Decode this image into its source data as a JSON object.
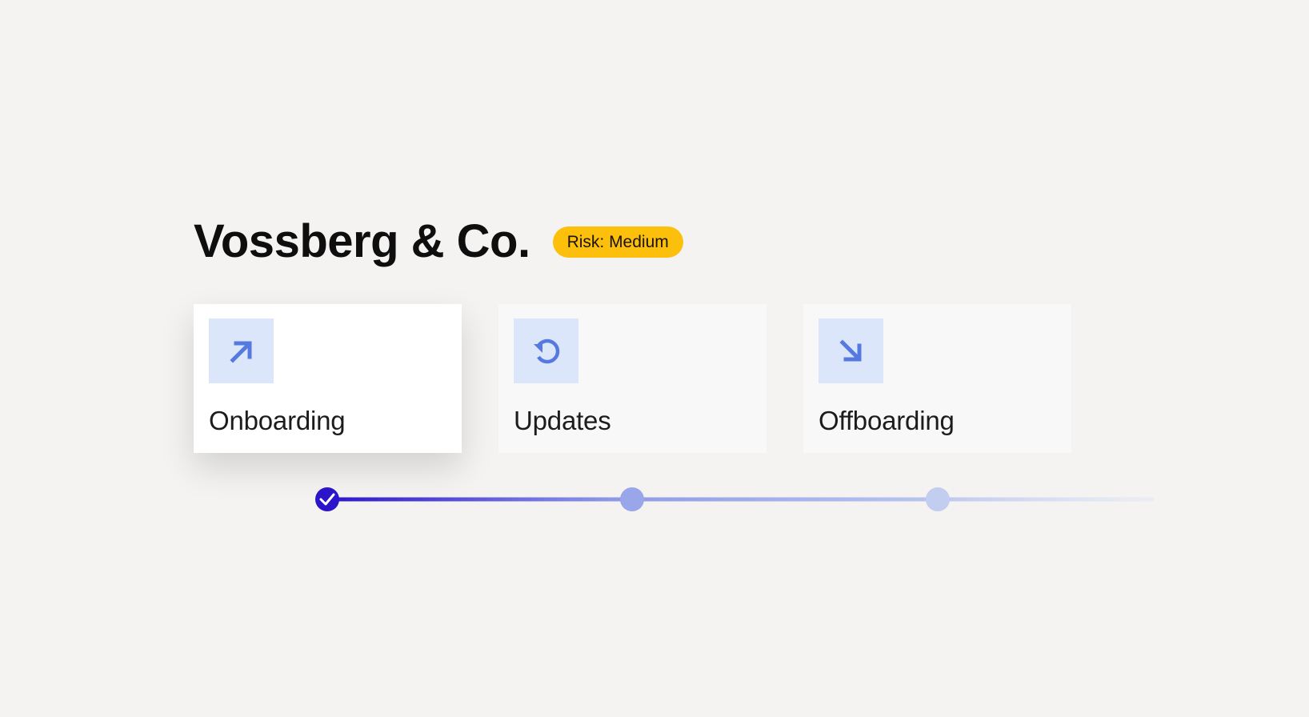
{
  "company": {
    "name": "Vossberg & Co.",
    "risk_badge": "Risk: Medium"
  },
  "steps": [
    {
      "label": "Onboarding",
      "icon": "arrow-up-right-icon",
      "state": "active",
      "completed": true
    },
    {
      "label": "Updates",
      "icon": "refresh-icon",
      "state": "default",
      "completed": false
    },
    {
      "label": "Offboarding",
      "icon": "arrow-down-right-icon",
      "state": "default",
      "completed": false
    }
  ],
  "colors": {
    "background": "#f4f3f2",
    "badge": "#fcbf0c",
    "icon_tile": "#dce6fb",
    "icon": "#5679e0",
    "timeline_start": "#2b14c9",
    "timeline_mid": "#9aa6ea",
    "timeline_end": "#c3cdf0",
    "step_done": "#2b14c9"
  }
}
